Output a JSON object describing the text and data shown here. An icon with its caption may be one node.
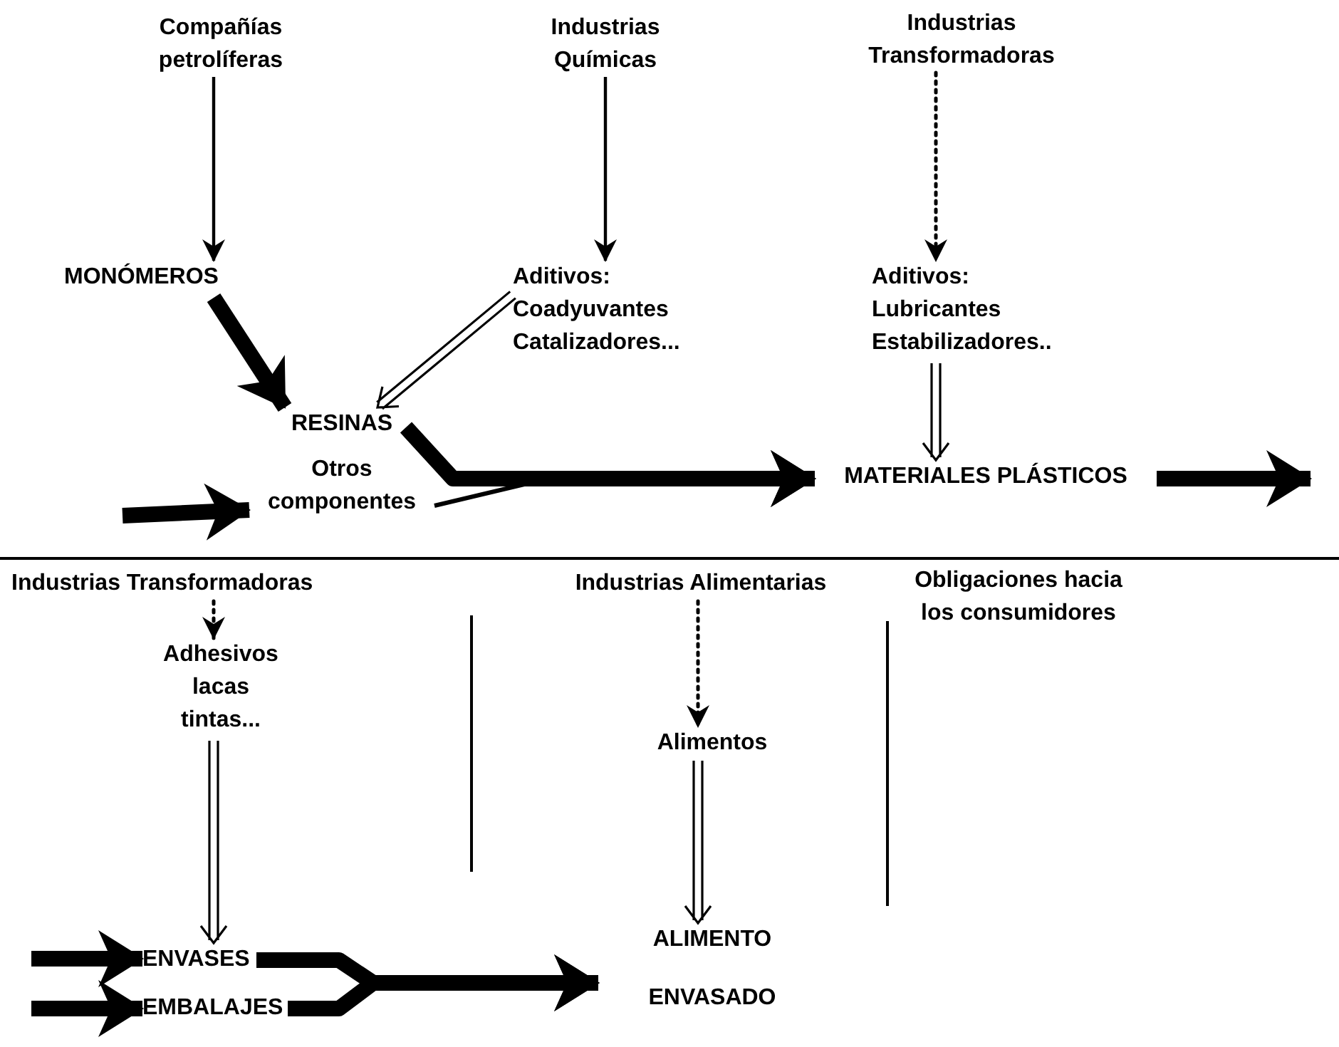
{
  "diagram": {
    "nodes": [
      {
        "text": [
          "Compañías petrolíferas"
        ]
      },
      {
        "text": [
          "Industrias Químicas"
        ]
      },
      {
        "text": [
          "Industrias Transformadoras"
        ]
      },
      {
        "text": [
          "MONÓMEROS"
        ]
      },
      {
        "text": [
          "Aditivos:",
          "Coadyuvantes Catalizadores..."
        ]
      },
      {
        "text": [
          "Aditivos:",
          "Lubricantes Estabilizadores.."
        ]
      },
      {
        "text": [
          "RESINAS"
        ]
      },
      {
        "text": [
          "Otros componentes"
        ]
      },
      {
        "text": [
          "MATERIALES PLÁSTICOS"
        ]
      },
      {
        "text": [
          "Industrias Transformadoras"
        ]
      },
      {
        "text": [
          "Adhesivos lacas tintas..."
        ]
      },
      {
        "text": [
          "ENVASES"
        ]
      },
      {
        "text": [
          "EMBALAJES"
        ]
      },
      {
        "text": [
          "Industrias Alimentarias"
        ]
      },
      {
        "text": [
          "Alimentos"
        ]
      },
      {
        "text": [
          "ALIMENTO",
          "ENVASADO"
        ]
      },
      {
        "text": [
          "Obligaciones hacia los consumidores"
        ]
      }
    ],
    "edges": [
      {
        "from": 0,
        "to": 3,
        "arrow": "to"
      },
      {
        "from": 1,
        "to": 4,
        "arrow": "to"
      },
      {
        "from": 2,
        "to": 5,
        "arrow": "to",
        "style": "dashed"
      },
      {
        "from": 3,
        "to": 6,
        "arrow": "to",
        "style": "thick"
      },
      {
        "from": 4,
        "to": 6,
        "arrow": "to"
      },
      {
        "from": 5,
        "to": 8,
        "arrow": "to"
      },
      {
        "from": 6,
        "to": 8,
        "arrow": "to",
        "style": "thick"
      },
      {
        "from": 7,
        "to": 8,
        "arrow": "to"
      },
      {
        "from": null,
        "to": 7,
        "arrow": "to",
        "style": "thick"
      },
      {
        "from": 8,
        "to": null,
        "arrow": "to",
        "style": "thick"
      },
      {
        "from": 9,
        "to": 10,
        "arrow": "to",
        "style": "dashed"
      },
      {
        "from": 10,
        "to": 11,
        "arrow": "to"
      },
      {
        "from": null,
        "to": 11,
        "arrow": "to",
        "style": "thick"
      },
      {
        "from": null,
        "to": 12,
        "arrow": "to",
        "style": "thick"
      },
      {
        "from": 11,
        "to": 15,
        "arrow": "to",
        "style": "thick"
      },
      {
        "from": 12,
        "to": 15,
        "arrow": "to",
        "style": "thick"
      },
      {
        "from": 13,
        "to": 14,
        "arrow": "to",
        "style": "dashed"
      },
      {
        "from": 14,
        "to": 15,
        "arrow": "to"
      }
    ]
  }
}
